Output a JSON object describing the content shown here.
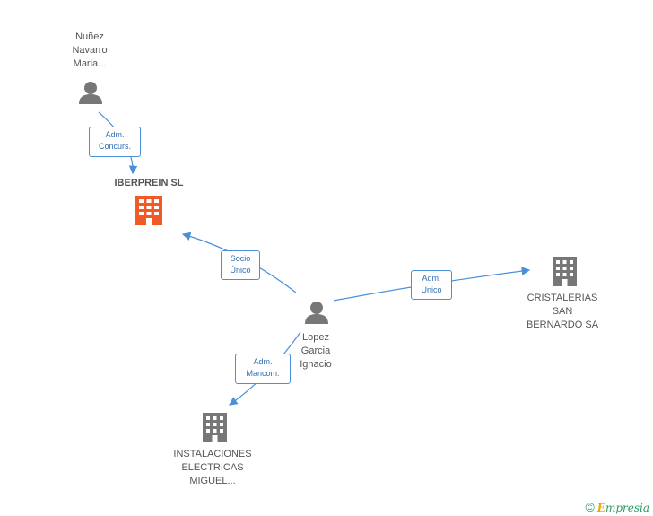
{
  "nodes": {
    "nunez": {
      "label": "Nuñez\nNavarro\nMaria..."
    },
    "iberprein": {
      "label": "IBERPREIN SL"
    },
    "lopez": {
      "label": "Lopez\nGarcia\nIgnacio"
    },
    "cristalerias": {
      "label": "CRISTALERIAS\nSAN\nBERNARDO SA"
    },
    "instalaciones": {
      "label": "INSTALACIONES\nELECTRICAS\nMIGUEL..."
    }
  },
  "edges": {
    "nunez_iberprein": {
      "label": "Adm.\nConcurs."
    },
    "lopez_iberprein": {
      "label": "Socio\nÚnico"
    },
    "lopez_cristalerias": {
      "label": "Adm.\nUnico"
    },
    "lopez_instalaciones": {
      "label": "Adm.\nMancom."
    }
  },
  "colors": {
    "edge": "#4a90d9",
    "person": "#777777",
    "company": "#777777",
    "company_main": "#f15a24"
  },
  "footer": {
    "copyright": "©",
    "brand_e": "E",
    "brand_rest": "mpresia"
  }
}
